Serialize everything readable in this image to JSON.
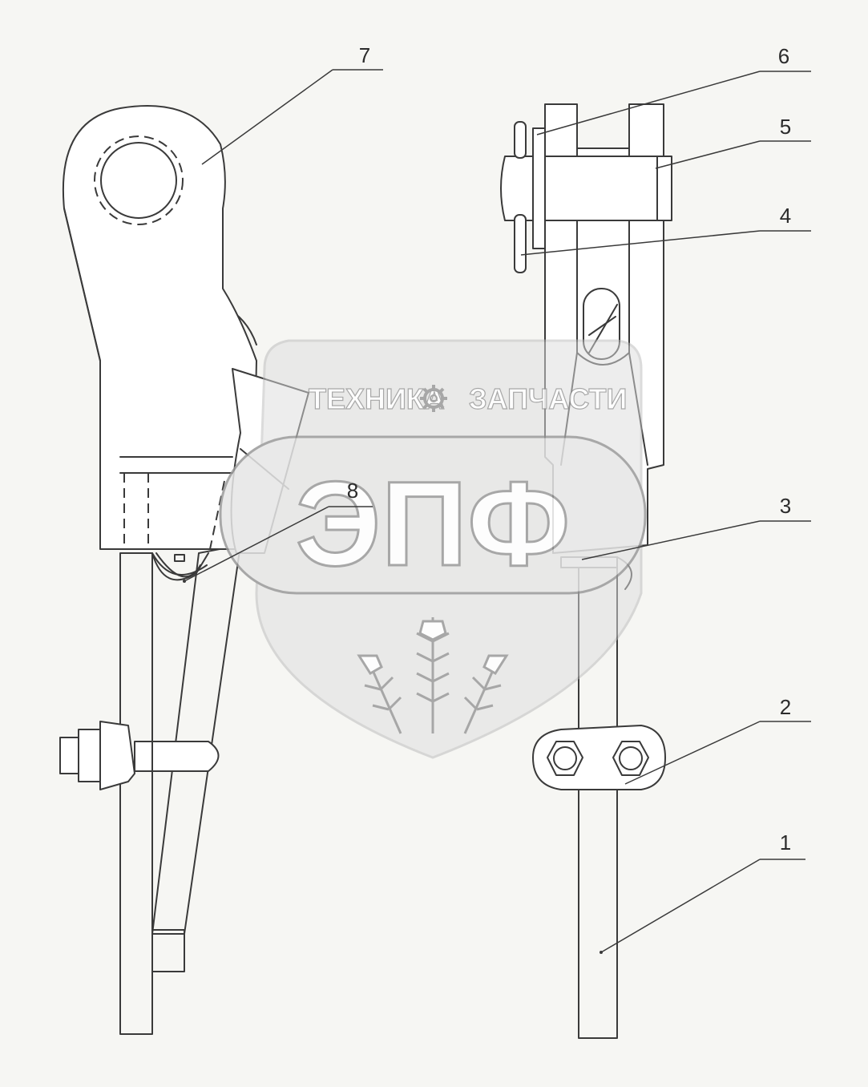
{
  "callouts": [
    {
      "id": "1",
      "label": "1"
    },
    {
      "id": "2",
      "label": "2"
    },
    {
      "id": "3",
      "label": "3"
    },
    {
      "id": "4",
      "label": "4"
    },
    {
      "id": "5",
      "label": "5"
    },
    {
      "id": "6",
      "label": "6"
    },
    {
      "id": "7",
      "label": "7"
    },
    {
      "id": "8",
      "label": "8"
    }
  ],
  "watermark": {
    "brand_left": "ТЕХНИКА",
    "brand_right": "ЗАПЧАСТИ",
    "logo_letters": "ЭПФ",
    "icon": "gear-icon"
  },
  "colors": {
    "line": "#3a3a3a",
    "background": "#f6f6f3",
    "watermark": "#dcdcdc"
  }
}
